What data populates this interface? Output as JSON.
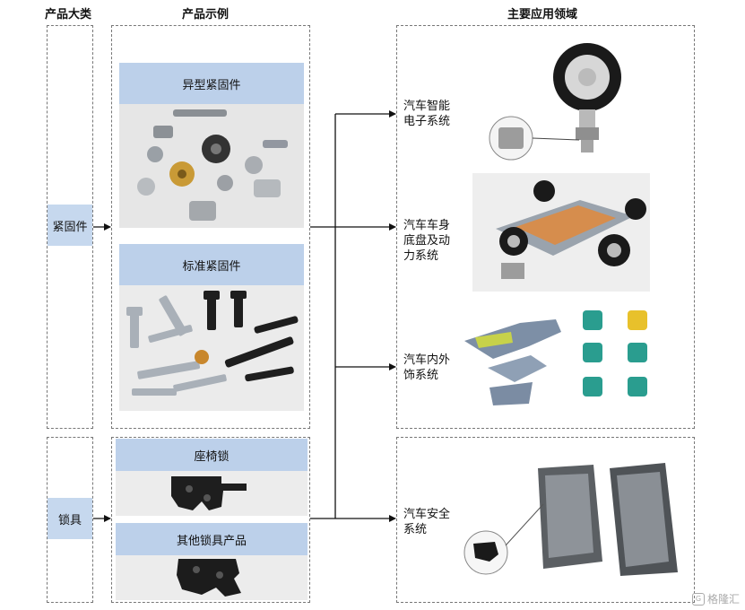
{
  "headers": {
    "category": "产品大类",
    "example": "产品示例",
    "application": "主要应用领域"
  },
  "categories": [
    {
      "label": "紧固件"
    },
    {
      "label": "锁具"
    }
  ],
  "products": [
    {
      "label": "异型紧固件"
    },
    {
      "label": "标准紧固件"
    },
    {
      "label": "座椅锁"
    },
    {
      "label": "其他锁具产品"
    }
  ],
  "applications": [
    {
      "line1": "汽车智能",
      "line2": "电子系统"
    },
    {
      "line1": "汽车车身",
      "line2": "底盘及动",
      "line3": "力系统"
    },
    {
      "line1": "汽车内外",
      "line2": "饰系统"
    },
    {
      "line1": "汽车安全",
      "line2": "系统"
    }
  ],
  "watermark": "格隆汇"
}
